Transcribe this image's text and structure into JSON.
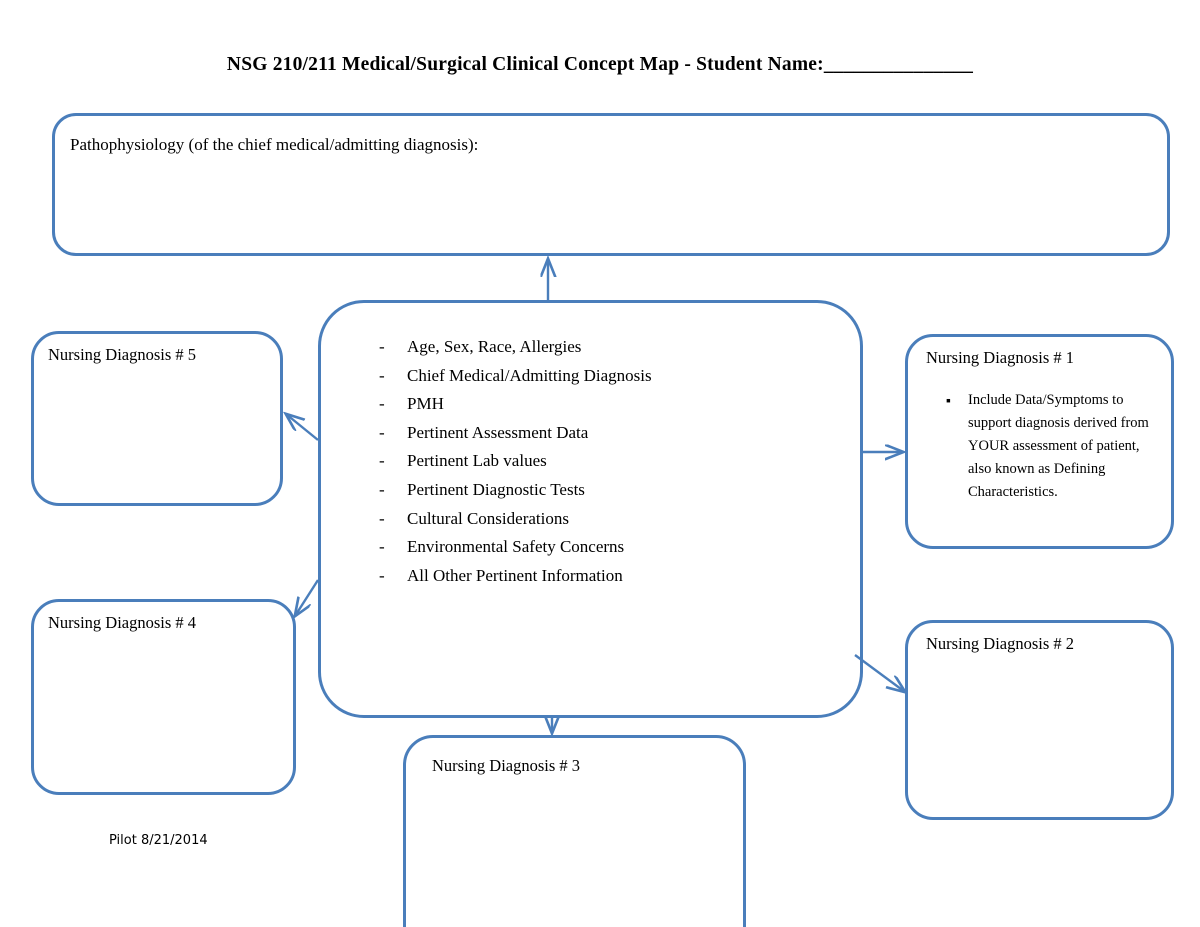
{
  "document": {
    "title": "NSG 210/211 Medical/Surgical Clinical Concept Map - Student Name:_______________",
    "footer_note": "Pilot 8/21/2014"
  },
  "boxes": {
    "pathophysiology": {
      "label": "Pathophysiology (of the chief medical/admitting diagnosis):"
    },
    "center": {
      "bullet_marker": "-",
      "items": [
        "Age, Sex, Race, Allergies",
        "Chief Medical/Admitting Diagnosis",
        "PMH",
        "Pertinent Assessment Data",
        "Pertinent Lab values",
        "Pertinent Diagnostic Tests",
        "Cultural Considerations",
        "Environmental Safety Concerns",
        "All Other Pertinent Information"
      ]
    },
    "nd1": {
      "label": "Nursing Diagnosis # 1",
      "bullet_marker": "▪",
      "detail": "Include Data/Symptoms to support diagnosis derived from YOUR assessment of patient, also known as Defining Characteristics."
    },
    "nd2": {
      "label": "Nursing Diagnosis # 2"
    },
    "nd3": {
      "label": "Nursing Diagnosis # 3"
    },
    "nd4": {
      "label": "Nursing Diagnosis # 4"
    },
    "nd5": {
      "label": "Nursing Diagnosis # 5"
    }
  },
  "colors": {
    "border_blue": "#4A7EBB",
    "arrow_blue": "#4A7EBB",
    "text_black": "#000000",
    "page_background": "#FFFFFF"
  }
}
